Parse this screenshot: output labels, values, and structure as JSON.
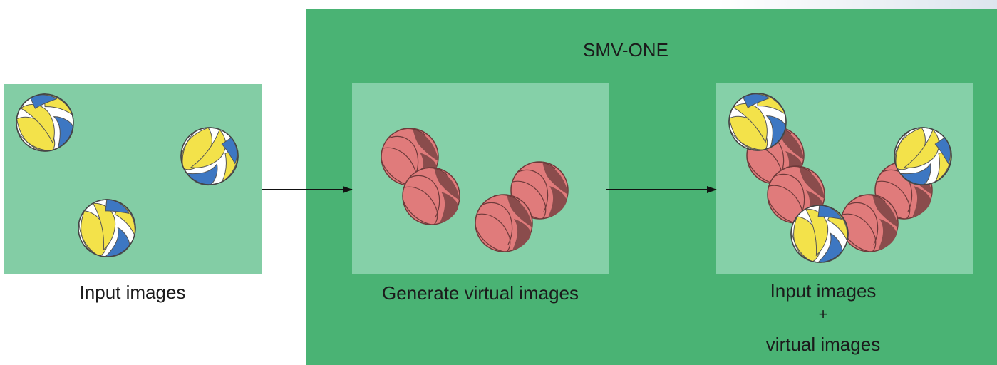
{
  "diagram": {
    "title": "SMV-ONE",
    "input_label": "Input images",
    "generate_label": "Generate virtual images",
    "output_label_line1": "Input images",
    "output_label_line2": "+",
    "output_label_line3": "virtual images"
  },
  "colors": {
    "panel_light": "#83cda5",
    "box_dark": "#4ab374",
    "ball_yellow": "#f3e24a",
    "ball_blue": "#3d77c2",
    "ball_red": "#e07b7b",
    "ball_red_dark": "#8a4c4c"
  }
}
